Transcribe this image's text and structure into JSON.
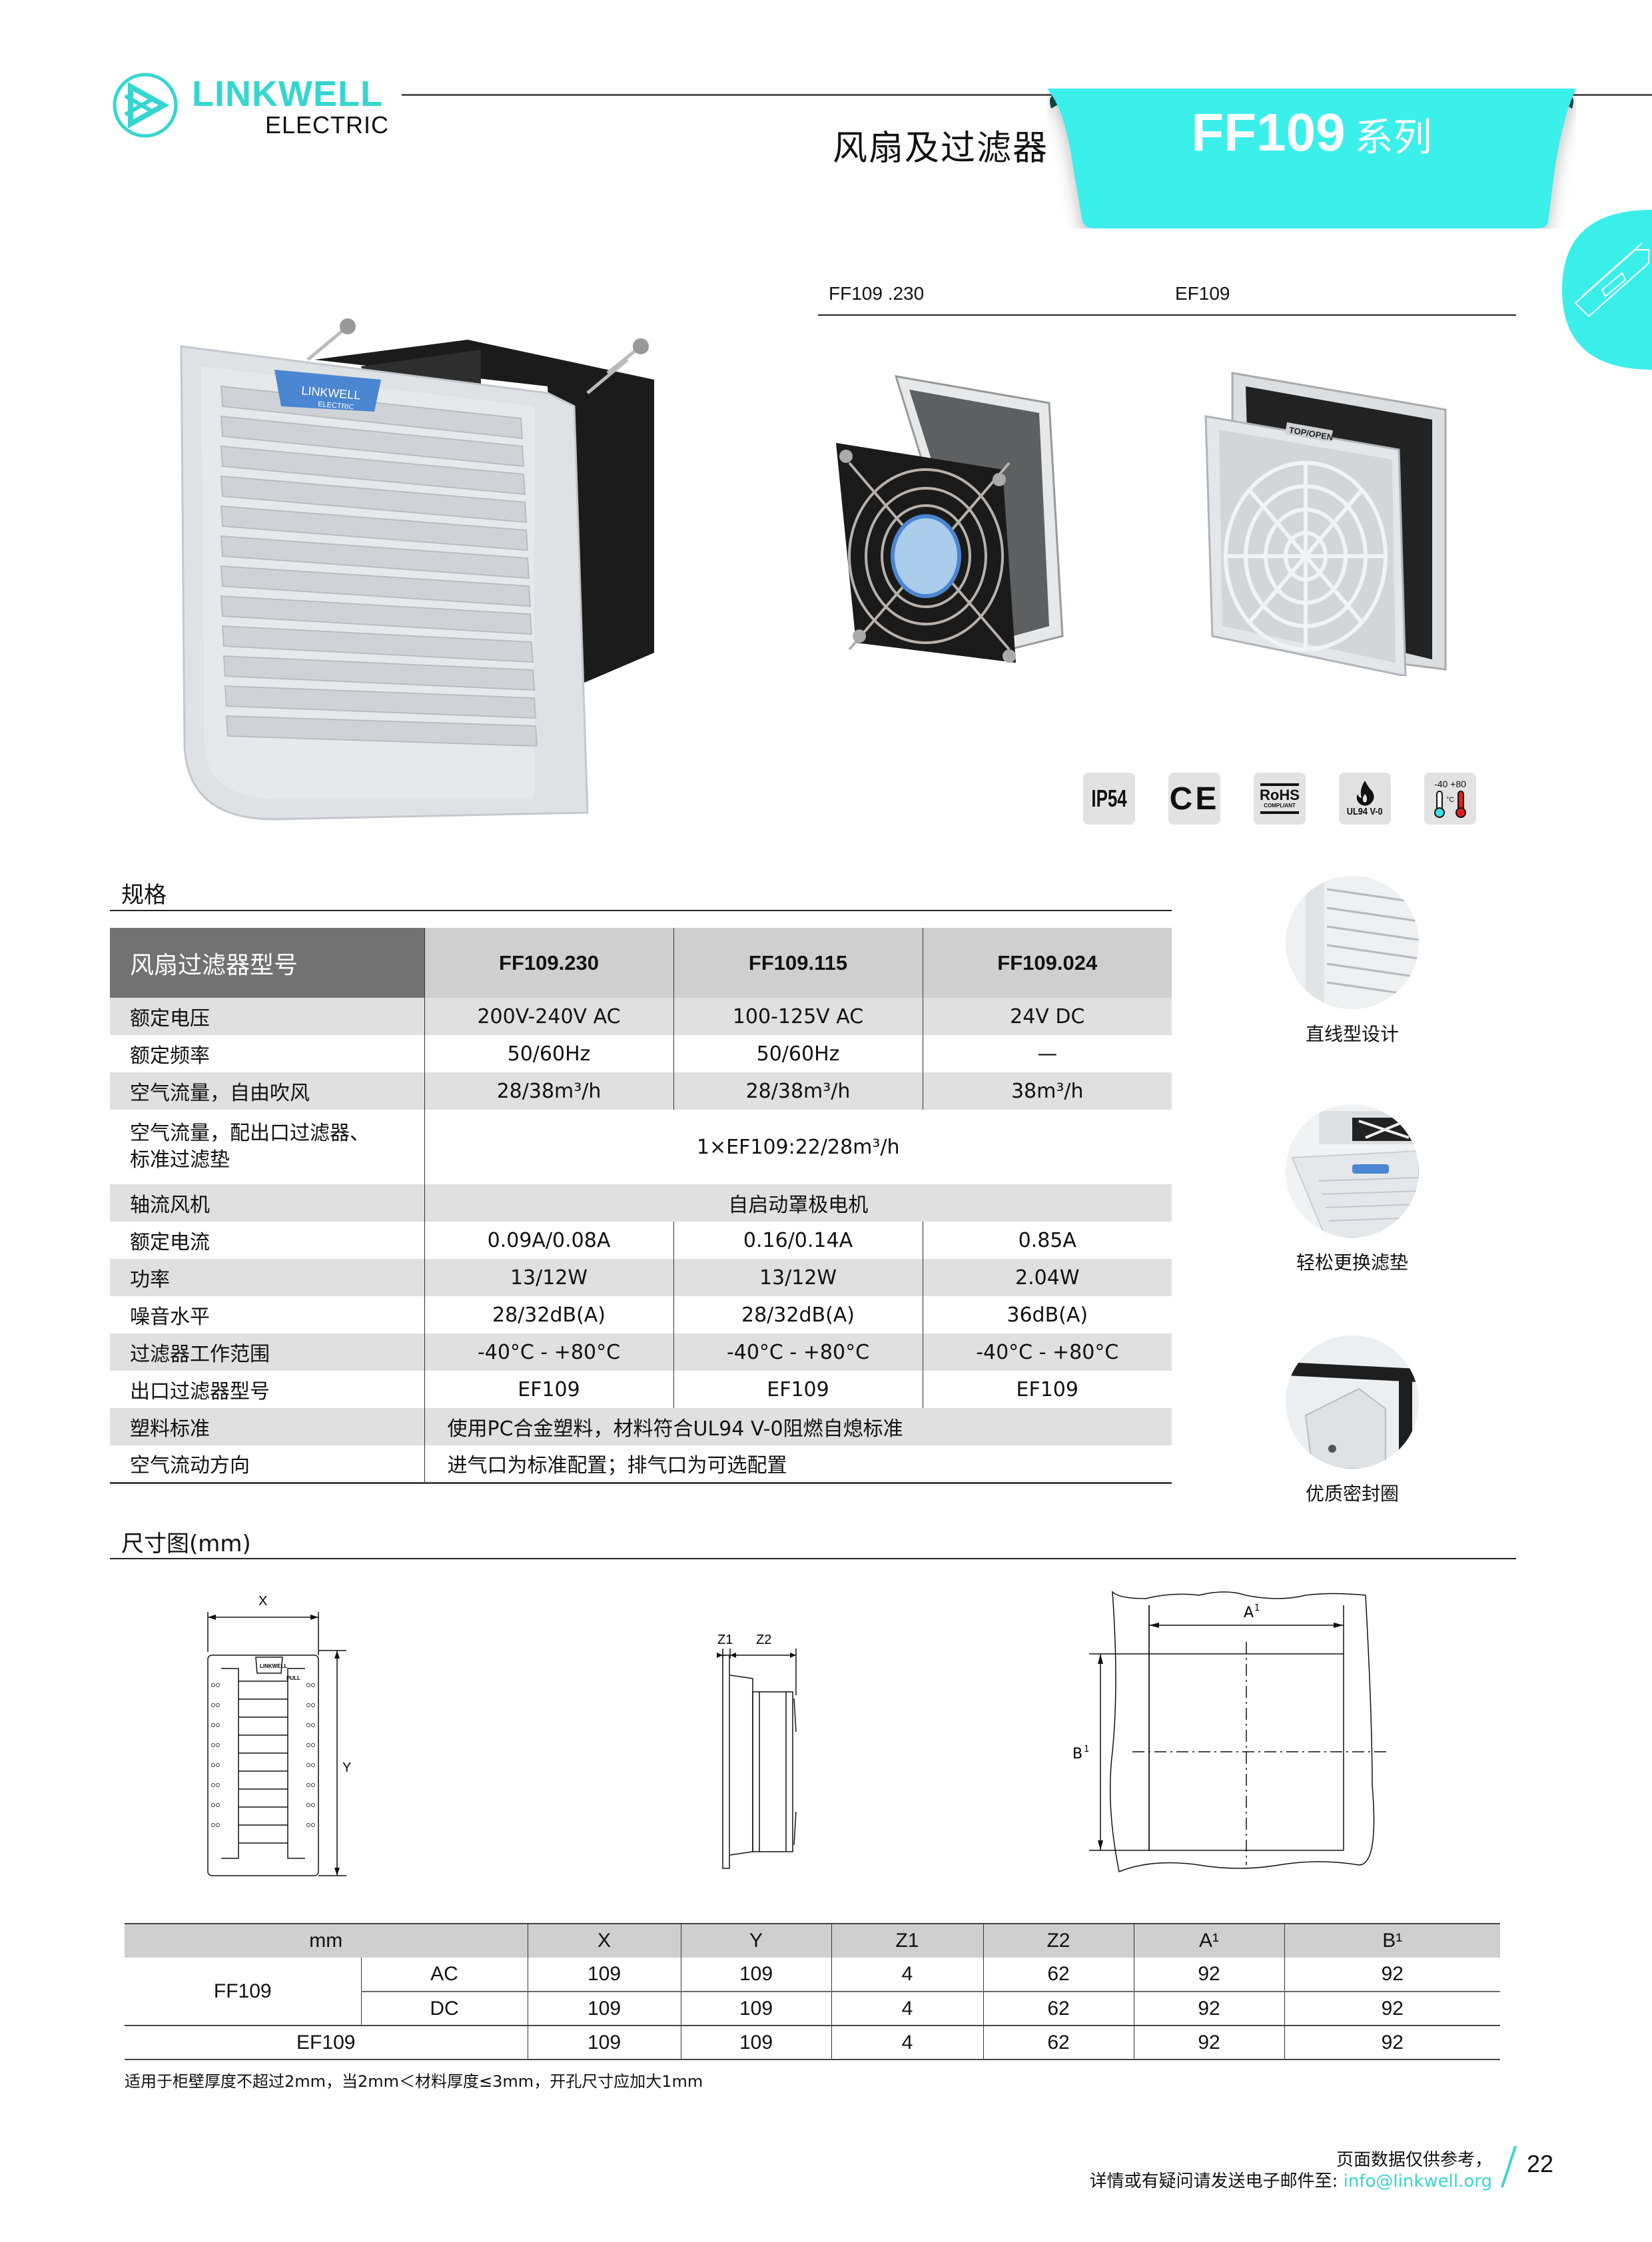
{
  "brand": {
    "name_top": "LINKWELL",
    "name_bottom": "ELECTRIC",
    "accent": "#35d6d0"
  },
  "header": {
    "category": "风扇及过滤器",
    "series_model": "FF109",
    "series_suffix": "系列"
  },
  "products": {
    "main_image_alt": "FF109 fan filter with louvered grille",
    "items": [
      {
        "label": "FF109 .230",
        "image": "fan-with-guard"
      },
      {
        "label": "EF109",
        "image": "exhaust-filter-TOP/OPEN"
      }
    ]
  },
  "certifications": [
    {
      "name": "IP54",
      "icon": "ip54-icon"
    },
    {
      "name": "CE",
      "icon": "ce-icon"
    },
    {
      "name": "RoHS",
      "sub": "COMPLIANT",
      "icon": "rohs-icon"
    },
    {
      "name": "UL94 V-0",
      "icon": "flame-icon"
    },
    {
      "name": "-40 +80",
      "sub": "°C",
      "icon": "thermometer-icon"
    }
  ],
  "spec_section": {
    "title": "规格",
    "header": {
      "label": "风扇过滤器型号",
      "models": [
        "FF109.230",
        "FF109.115",
        "FF109.024"
      ]
    },
    "rows": [
      {
        "label": "额定电压",
        "values": [
          "200V-240V AC",
          "100-125V AC",
          "24V DC"
        ]
      },
      {
        "label": "额定频率",
        "values": [
          "50/60Hz",
          "50/60Hz",
          "—"
        ]
      },
      {
        "label": "空气流量，自由吹风",
        "values": [
          "28/38m³/h",
          "28/38m³/h",
          "38m³/h"
        ]
      },
      {
        "label_line1": "空气流量，配出口过滤器、",
        "label_line2": "标准过滤垫",
        "span_value": "1×EF109:22/28m³/h"
      },
      {
        "label": "轴流风机",
        "span_value": "自启动罩极电机"
      },
      {
        "label": "额定电流",
        "values": [
          "0.09A/0.08A",
          "0.16/0.14A",
          "0.85A"
        ]
      },
      {
        "label": "功率",
        "values": [
          "13/12W",
          "13/12W",
          "2.04W"
        ]
      },
      {
        "label": "噪音水平",
        "values": [
          "28/32dB(A)",
          "28/32dB(A)",
          "36dB(A)"
        ]
      },
      {
        "label": "过滤器工作范围",
        "values": [
          "-40°C - +80°C",
          "-40°C - +80°C",
          "-40°C - +80°C"
        ]
      },
      {
        "label": "出口过滤器型号",
        "values": [
          "EF109",
          "EF109",
          "EF109"
        ]
      },
      {
        "label": "塑料标准",
        "span_value": "使用PC合金塑料，材料符合UL94 V-0阻燃自熄标准"
      },
      {
        "label": "空气流动方向",
        "span_value": "进气口为标准配置；排气口为可选配置"
      }
    ]
  },
  "features": [
    {
      "label": "直线型设计"
    },
    {
      "label": "轻松更换滤垫"
    },
    {
      "label": "优质密封圈"
    }
  ],
  "dimension_section": {
    "title": "尺寸图(mm)",
    "drawings": {
      "front": {
        "x_label": "X",
        "y_label": "Y",
        "logo_text": "LINKWELL",
        "pull_text": "PULL"
      },
      "side": {
        "z1_label": "Z1",
        "z2_label": "Z2"
      },
      "cutout": {
        "a_label": "A",
        "b_label": "B",
        "sup": "1"
      }
    },
    "table": {
      "headers": [
        "mm",
        "X",
        "Y",
        "Z1",
        "Z2",
        "A¹",
        "B¹"
      ],
      "rows": [
        {
          "model": "FF109",
          "type": "AC",
          "values": [
            "109",
            "109",
            "4",
            "62",
            "92",
            "92"
          ]
        },
        {
          "model": "",
          "type": "DC",
          "values": [
            "109",
            "109",
            "4",
            "62",
            "92",
            "92"
          ]
        },
        {
          "model": "EF109",
          "type": "",
          "values": [
            "109",
            "109",
            "4",
            "62",
            "92",
            "92"
          ]
        }
      ]
    },
    "note": "适用于柜壁厚度不超过2mm，当2mm＜材料厚度≤3mm，开孔尺寸应加大1mm"
  },
  "footer": {
    "line1": "页面数据仅供参考，",
    "line2_prefix": "详情或有疑问请发送电子邮件至: ",
    "email": "info@linkwell.org",
    "page_number": "22"
  }
}
